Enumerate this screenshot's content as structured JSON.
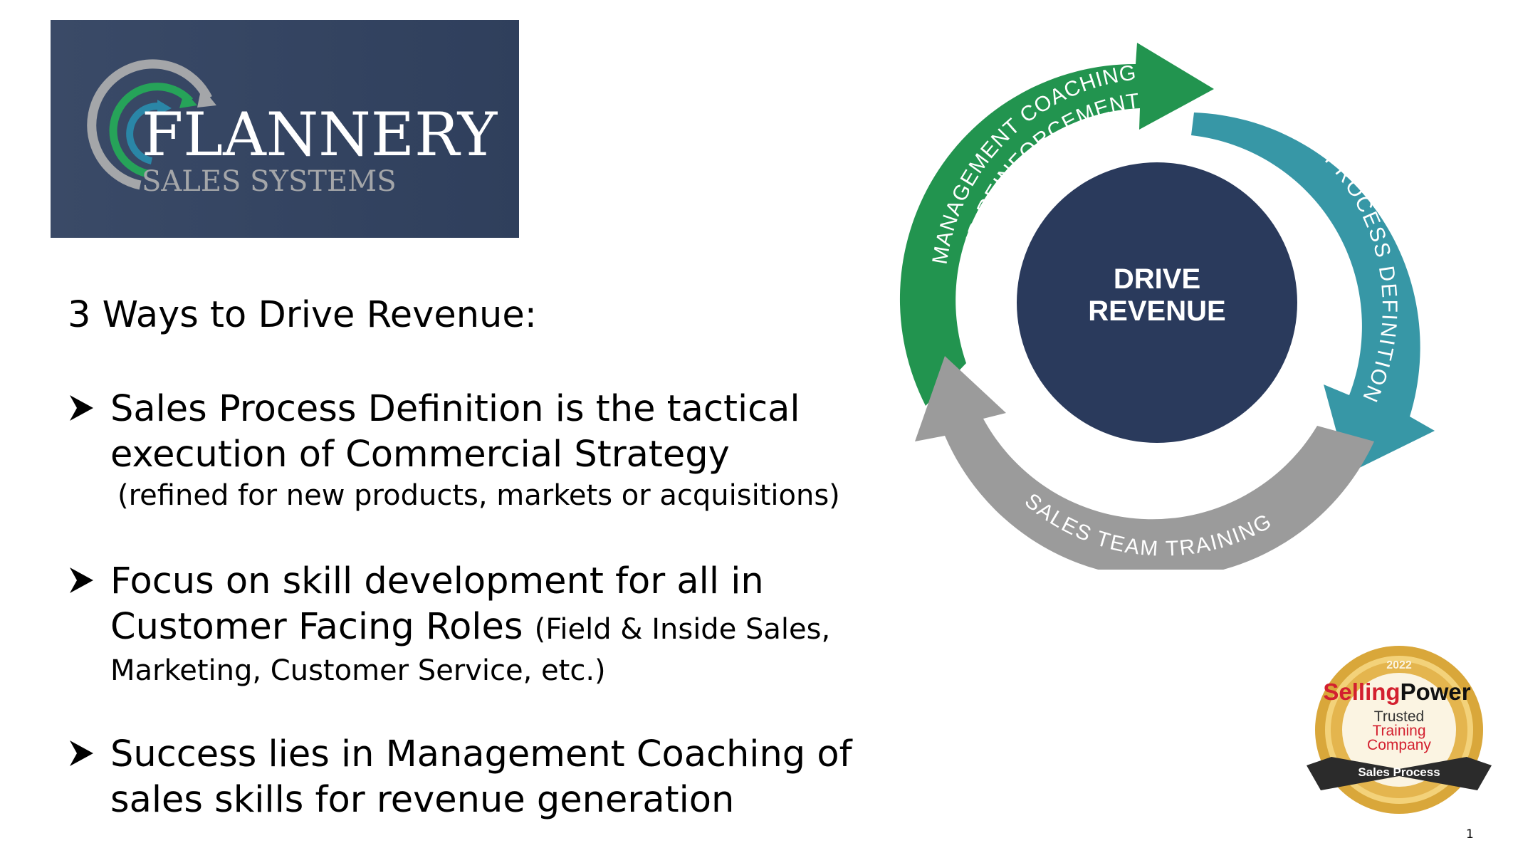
{
  "logo": {
    "name": "FLANNERY",
    "tagline": "SALES SYSTEMS",
    "colors": {
      "background": "#34445f",
      "text": "#ffffff",
      "gray": "#a4a6a9",
      "green": "#26a359",
      "blue": "#2a86a7"
    }
  },
  "heading": "3 Ways to Drive Revenue:",
  "bullets": [
    {
      "main1": "Sales Process Definition is the tactical",
      "main2": "execution of Commercial Strategy",
      "note": "(refined for new products, markets or  acquisitions)"
    },
    {
      "main1": "Focus on skill development for all in",
      "main2": "Customer Facing Roles",
      "note_inline": "(Field & Inside Sales,",
      "note": "Marketing, Customer Service, etc.)"
    },
    {
      "main1": "Success lies in Management Coaching of",
      "main2": "sales skills for revenue generation"
    }
  ],
  "diagram": {
    "center_line1": "DRIVE",
    "center_line2": "REVENUE",
    "arrow_top_line1": "MANAGEMENT COACHING",
    "arrow_top_line2": "AND REINFORCEMENT",
    "arrow_right": "SALES PROCESS DEFINITION",
    "arrow_bottom": "SALES TEAM TRAINING",
    "colors": {
      "center": "#2a3a5c",
      "green": "#22944f",
      "teal": "#3797a6",
      "gray": "#9b9b9b"
    }
  },
  "badge": {
    "year": "2022",
    "brand1": "Selling",
    "brand2": "Power",
    "line1": "Trusted",
    "line2": "Training",
    "line3": "Company",
    "ribbon": "Sales Process",
    "colors": {
      "gold": "#d9a73a",
      "red": "#d3202f",
      "ribbon": "#2b2b2b"
    }
  },
  "page_number": "1"
}
